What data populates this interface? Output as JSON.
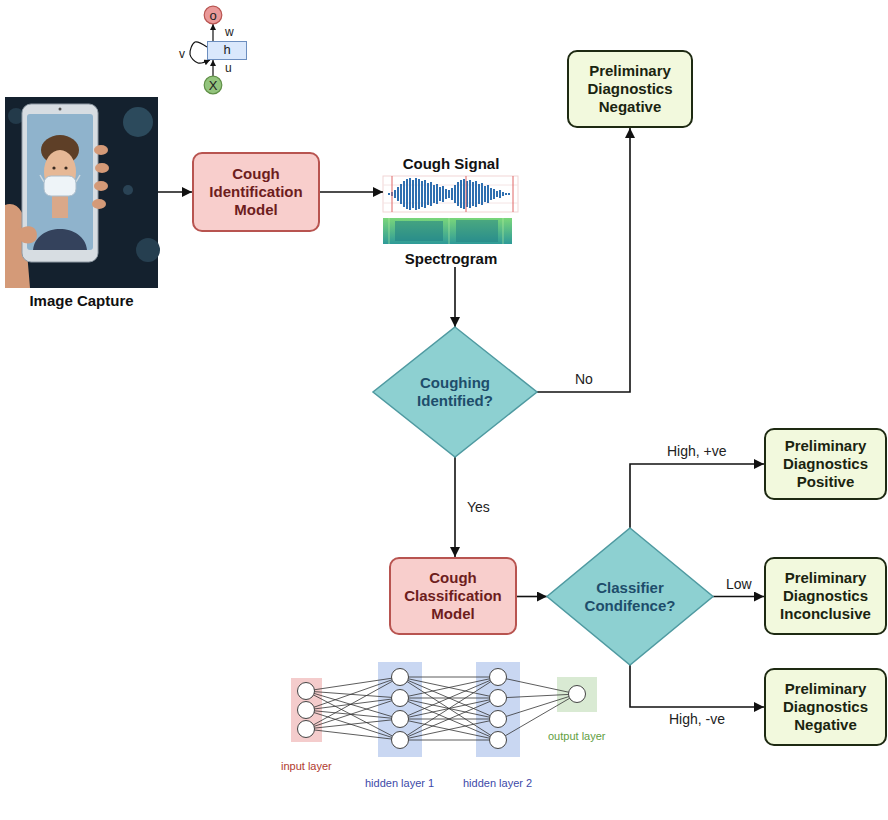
{
  "diagram": {
    "nodes": [
      {
        "text": [
          "o"
        ]
      },
      {
        "text": [
          "h"
        ]
      },
      {
        "text": [
          "X"
        ]
      },
      {
        "text": [
          "Preliminary Diagnostics Negative"
        ]
      },
      {
        "text": [
          "Image Capture"
        ]
      },
      {
        "text": [
          "Cough Identification Model"
        ]
      },
      {
        "text": [
          "Cough Signal",
          "Spectrogram"
        ]
      },
      {
        "text": [
          "Coughing Identified?"
        ]
      },
      {
        "text": [
          "Preliminary Diagnostics Positive"
        ]
      },
      {
        "text": [
          "Cough Classification Model"
        ]
      },
      {
        "text": [
          "Classifier Condifence?"
        ]
      },
      {
        "text": [
          "Preliminary Diagnostics Inconclusive"
        ]
      },
      {
        "text": [
          "Preliminary Diagnostics Negative"
        ]
      }
    ],
    "edges": [
      {
        "from": 2,
        "to": 1,
        "label": "u",
        "arrow": "to"
      },
      {
        "from": 1,
        "to": 0,
        "label": "w",
        "arrow": "to"
      },
      {
        "from": 1,
        "to": 1,
        "label": "v",
        "arrow": "to"
      },
      {
        "from": 4,
        "to": 5,
        "arrow": "to"
      },
      {
        "from": 5,
        "to": 6,
        "arrow": "to"
      },
      {
        "from": 6,
        "to": 7,
        "arrow": "to"
      },
      {
        "from": 7,
        "to": 3,
        "label": "No",
        "arrow": "to"
      },
      {
        "from": 7,
        "to": 9,
        "label": "Yes",
        "arrow": "to"
      },
      {
        "from": 9,
        "to": 10,
        "arrow": "to"
      },
      {
        "from": 10,
        "to": 8,
        "label": "High, +ve",
        "arrow": "to"
      },
      {
        "from": 10,
        "to": 11,
        "label": "Low",
        "arrow": "to"
      },
      {
        "from": 10,
        "to": 12,
        "label": "High, -ve",
        "arrow": "to"
      }
    ],
    "labels": [
      "input layer",
      "hidden layer 1",
      "hidden layer 2",
      "output layer"
    ]
  }
}
